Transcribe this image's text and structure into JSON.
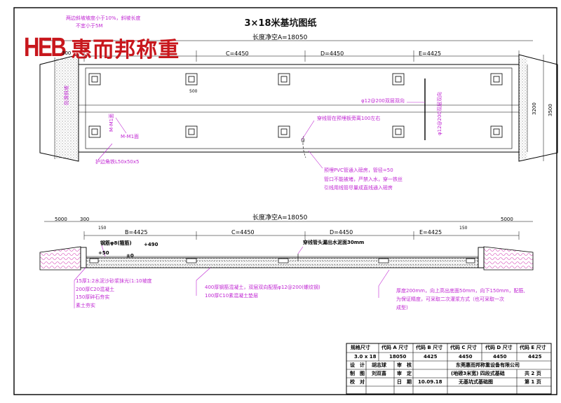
{
  "title": "3×18米基坑图纸",
  "logo": {
    "mark": "HEB",
    "name": "惠而邦称重"
  },
  "plan": {
    "total_len": "长度净空A=18050",
    "seg_c": "C=4450",
    "seg_d": "D=4450",
    "seg_e": "E=4425",
    "pipe_h": "φ12@200双层双向",
    "pipe_v": "φ12@200双层双向",
    "dim_3200": "3200",
    "dim_3500": "3500",
    "dim_300": "300",
    "dim_500": "500",
    "slope_note_1": "两边斜坡坡度小于10%，斜坡长度",
    "slope_note_2": "不宜小于5M",
    "slope_label": "防滑斜坡",
    "section_mark_1": "M-M1面",
    "section_mark_2": "M-M1面",
    "conduit_note": "穿线管在预埋板旁离100左右",
    "angle_note": "护边角铁L50x50x5",
    "pvc_note_1": "预埋PVC管通入磅房，管径=50",
    "pvc_note_2": "管口不能被堵，严禁入水，穿一铁丝",
    "pvc_note_3": "引线用线管尽量成直线通入磅房"
  },
  "section": {
    "total_len": "长度净空A=18050",
    "seg_b": "B=4425",
    "seg_c": "C=4450",
    "seg_d": "D=4450",
    "seg_e": "E=4425",
    "dim_5000": "5000",
    "dim_300": "300",
    "dim_150": "150",
    "rebar_label": "钢筋φ8(箍筋)",
    "elev_490": "+490",
    "elev_50": "+50",
    "elev_0": "±0",
    "conduit_note": "穿线管头漏出水泥面30mm",
    "note_l1": "15厚1:2水泥沙砂浆抹光(1:10坡度",
    "note_l2": "200厚C20混凝土",
    "note_l3": "150厚碎石夯实",
    "note_l4": "素土夯实",
    "note_m1": "400厚钢筋混凝土，双层双向配筋φ12@200(螺纹钢)",
    "note_m2": "100厚C10素混凝土垫层",
    "note_r1": "厚度200mm，向上高出底面50mm，向下150mm，配筋,",
    "note_r2": "为保证精度，可采取二次灌浆方式（也可采取一次",
    "note_r3": "成型)"
  },
  "title_block": {
    "header": [
      "规格尺寸",
      "代码 A 尺寸",
      "代码 B 尺寸",
      "代码 C 尺寸",
      "代码 D 尺寸",
      "代码 E 尺寸"
    ],
    "values": [
      "3.0 x 18",
      "18050",
      "4425",
      "4450",
      "4450",
      "4425"
    ],
    "design_label": "设　计",
    "design_name": "胡志球",
    "review_label": "审　核",
    "company": "东莞惠而邦称重设备有限公司",
    "draw_label": "制　图",
    "draw_name": "刘双喜",
    "approve_label": "审　定",
    "scheme": "(地磅3米宽) 四段式基础",
    "total_pages": "共 2 页",
    "check_label": "校　对",
    "date_label": "日　期",
    "date": "10.09.18",
    "drawing_name": "无基坑式基础图",
    "page": "第 1 页"
  }
}
